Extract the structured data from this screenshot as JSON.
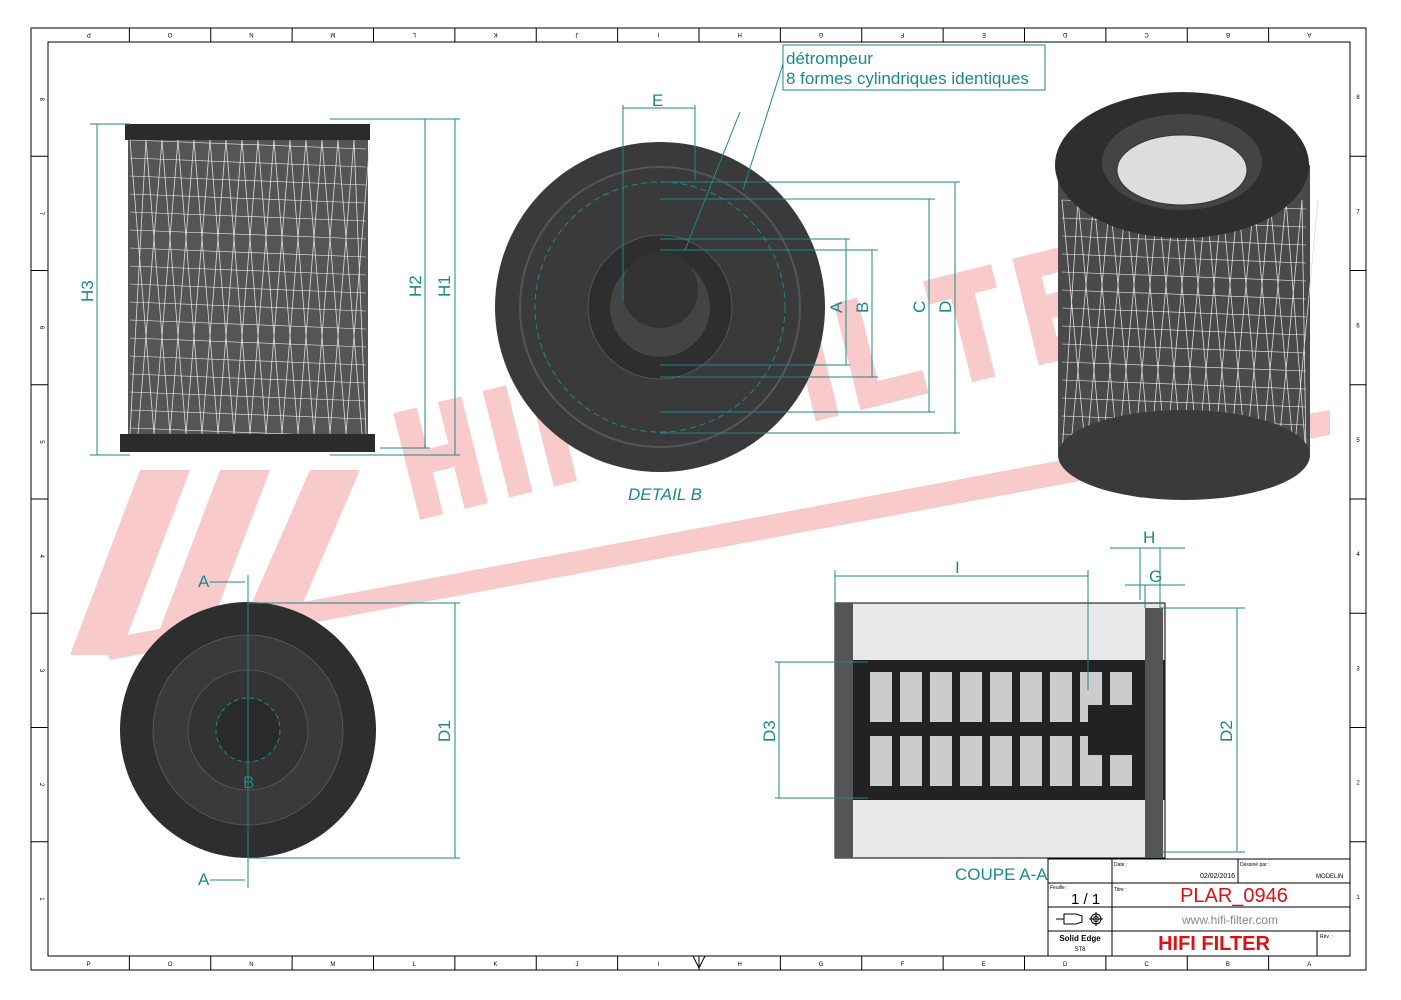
{
  "border": {
    "columns": [
      "P",
      "O",
      "N",
      "M",
      "L",
      "K",
      "J",
      "I",
      "H",
      "G",
      "F",
      "E",
      "D",
      "C",
      "B",
      "A"
    ],
    "rows": [
      "8",
      "7",
      "6",
      "5",
      "4",
      "3",
      "2",
      "1"
    ]
  },
  "watermark": "HIFI FILTER",
  "annotations": {
    "note_line1": "détrompeur",
    "note_line2": "8 formes cylindriques identiques",
    "detail_label": "DETAIL B",
    "section_label": "COUPE A-A",
    "section_marker": "A",
    "detail_marker": "B"
  },
  "dimensions": {
    "H1": "H1",
    "H2": "H2",
    "H3": "H3",
    "A": "A",
    "B": "B",
    "C": "C",
    "D": "D",
    "E": "E",
    "D1": "D1",
    "D2": "D2",
    "D3": "D3",
    "I": "I",
    "H": "H",
    "G": "G"
  },
  "title_block": {
    "date_label": "Date :",
    "date_value": "02/02/2016",
    "drawn_by_label": "Dessiné par :",
    "drawn_by_value": "MODELIN",
    "sheet_label": "Feuille :",
    "sheet_value": "1 / 1",
    "title_label": "Titre :",
    "title_value": "PLAR_0946",
    "website": "www.hifi-filter.com",
    "software": "Solid Edge",
    "software_version": "ST8",
    "company": "HIFI FILTER",
    "rev_label": "Rév. :"
  },
  "colors": {
    "dimension": "#1a8a8a",
    "brand_red": "#e01010",
    "watermark": "#f7c8c8"
  }
}
